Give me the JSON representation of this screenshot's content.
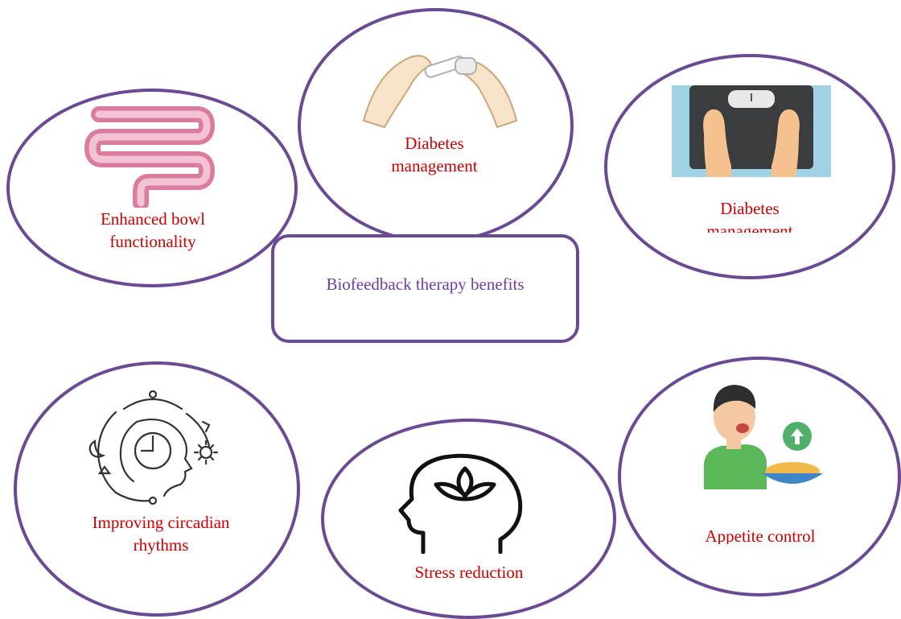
{
  "center": {
    "title": "Biofeedback therapy benefits"
  },
  "nodes": {
    "bowel": {
      "line1": "Enhanced bowl",
      "line2": "functionality",
      "icon": "intestine-icon"
    },
    "diabetes1": {
      "line1": "Diabetes",
      "line2": "management",
      "icon": "insulin-pen-hands-icon"
    },
    "diabetes2": {
      "line1": "Diabetes",
      "line2": "management",
      "icon": "weight-scale-feet-icon"
    },
    "circadian": {
      "line1": "Improving circadian",
      "line2": "rhythms",
      "icon": "circadian-clock-head-icon"
    },
    "stress": {
      "line1": "Stress reduction",
      "icon": "lotus-head-icon"
    },
    "appetite": {
      "line1": "Appetite control",
      "icon": "eating-person-icon"
    }
  },
  "colors": {
    "outline": "#6a4a92",
    "node_text": "#cc0000",
    "center_text": "#6b3fa0"
  }
}
